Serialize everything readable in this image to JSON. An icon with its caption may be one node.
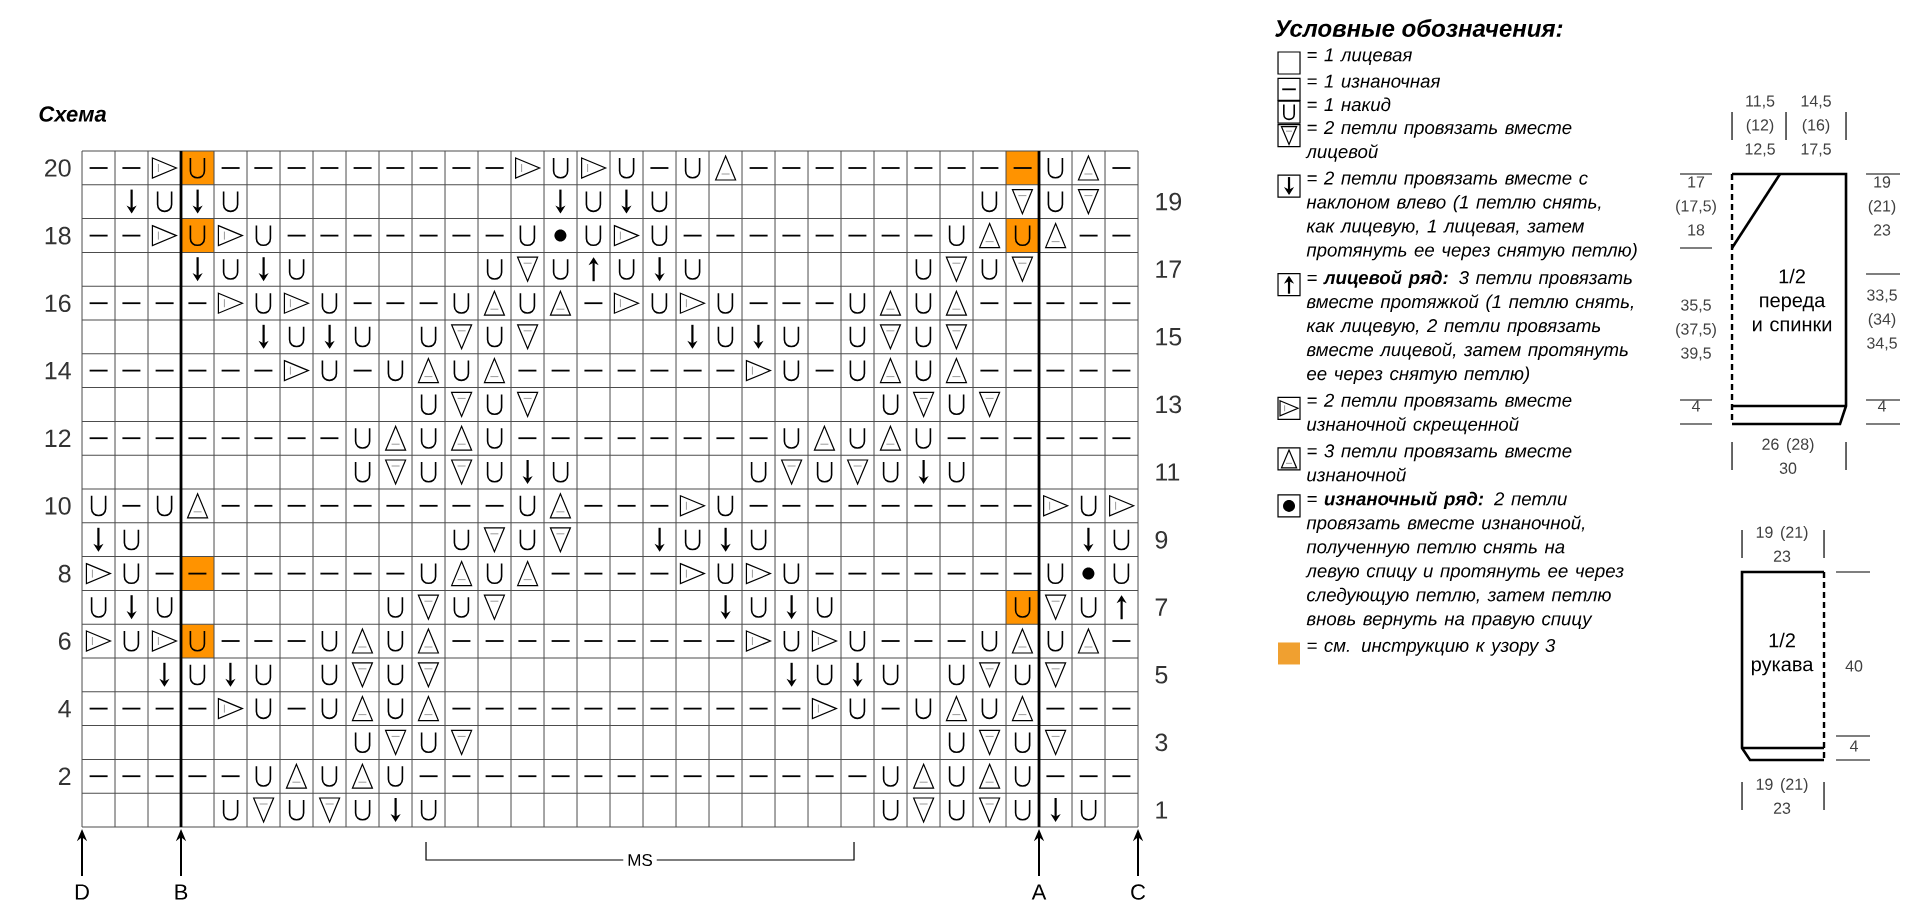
{
  "diagram": {
    "title": "Схема",
    "nodes": [
      {
        "text": [
          "1/2 переда и спинки"
        ]
      },
      {
        "text": [
          "1/2 рукава"
        ]
      }
    ],
    "labels": [
      "Условные обозначения:",
      "20",
      "19",
      "18",
      "17",
      "16",
      "15",
      "14",
      "13",
      "12",
      "11",
      "10",
      "9",
      "8",
      "7",
      "6",
      "5",
      "4",
      "3",
      "2",
      "1",
      "D",
      "B",
      "MS",
      "A",
      "C",
      "11,5 (12) 12,5",
      "14,5 (16) 17,5",
      "17 (17,5) 18",
      "19 (21) 23",
      "35,5 (37,5) 39,5",
      "33,5 (34) 34,5",
      "4",
      "4",
      "26 (28) 30",
      "19 (21) 23",
      "40",
      "4",
      "19 (21) 23"
    ],
    "legend": [
      {
        "text": "= 1 лицевая"
      },
      {
        "text": "= 1 изнаночная"
      },
      {
        "text": "= 1 накид"
      },
      {
        "text": "= 2 петли провязать вместе лицевой"
      },
      {
        "text": "= 2 петли провязать вместе с наклоном влево (1 петлю снять, как лицевую, 1 лицевая, затем протянуть ее через снятую петлю)"
      },
      {
        "text": "= **лицевой ряд:** 3 петли провязать вместе протяжкой (1 петлю снять, как лицевую, 2 петли провязать вместе лицевой, затем протянуть ее через снятую петлю)"
      },
      {
        "text": "= 2 петли провязать вместе изнаночной скрещенной"
      },
      {
        "text": "= 3 петли провязать вместе изнаночной"
      },
      {
        "text": "= **изнаночный ряд:** 2 петли провязать вместе изнаночной, полученную петлю снять на левую спицу и протянуть ее через следующую петлю, затем петлю вновь вернуть на правую спицу"
      },
      {
        "text": "= см. инструкцию к узору 3",
        "color": "#f0a030"
      }
    ]
  }
}
